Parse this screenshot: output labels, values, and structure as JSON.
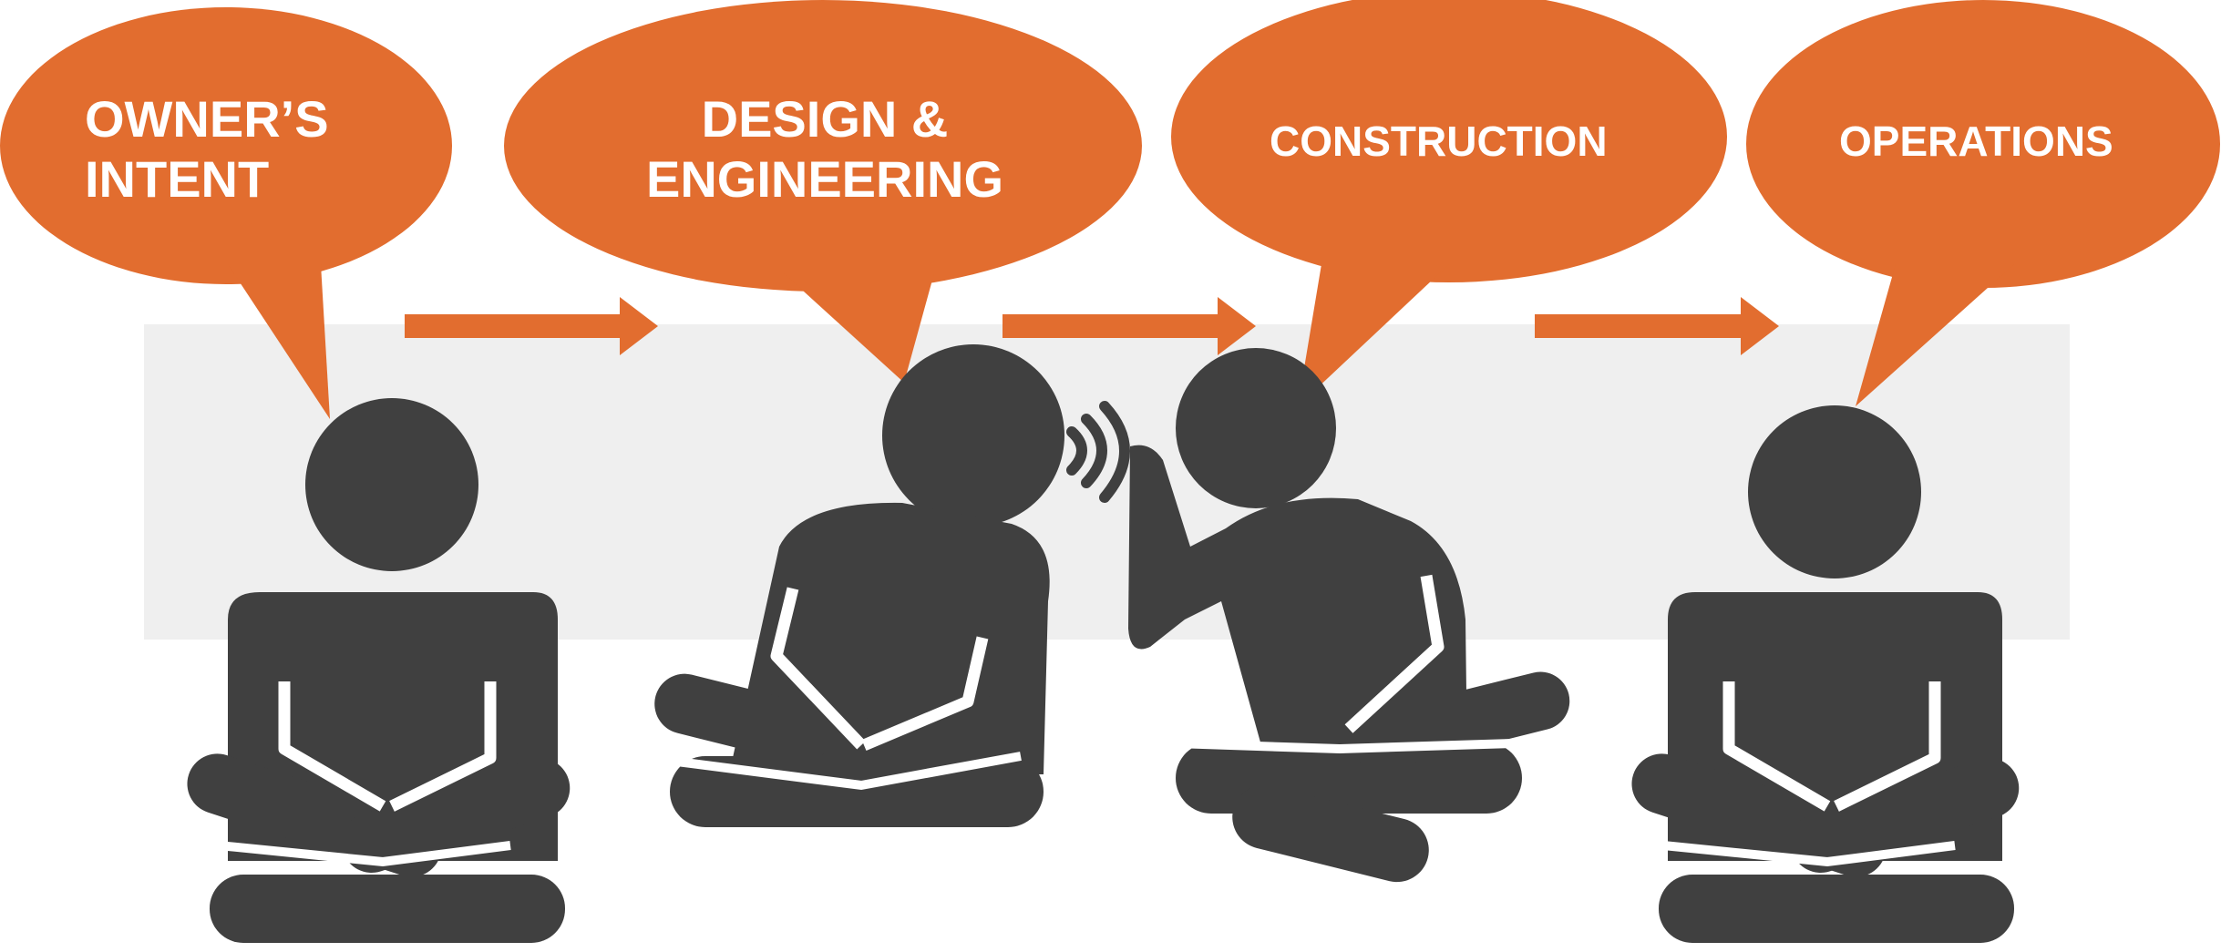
{
  "colors": {
    "accent": "#e26d2f",
    "figure": "#404040",
    "band": "#efefef",
    "background": "#ffffff",
    "text_on_accent": "#ffffff"
  },
  "stages": [
    {
      "id": "owners-intent",
      "lines": [
        "OWNER’S",
        "INTENT"
      ]
    },
    {
      "id": "design-engineering",
      "lines": [
        "DESIGN &",
        "ENGINEERING"
      ]
    },
    {
      "id": "construction",
      "lines": [
        "CONSTRUCTION"
      ]
    },
    {
      "id": "operations",
      "lines": [
        "OPERATIONS"
      ]
    }
  ],
  "connectors": {
    "count": 3,
    "icon": "arrow-right-icon"
  },
  "people": [
    {
      "pose": "seated-cross-legged",
      "icon": "person-seated-icon"
    },
    {
      "pose": "seated-leaning-speaking",
      "icon": "person-seated-icon"
    },
    {
      "pose": "seated-hand-to-ear-listening",
      "icon": "person-listening-icon"
    },
    {
      "pose": "seated-cross-legged",
      "icon": "person-seated-icon"
    }
  ],
  "sound_waves": {
    "icon": "sound-waves-icon"
  }
}
